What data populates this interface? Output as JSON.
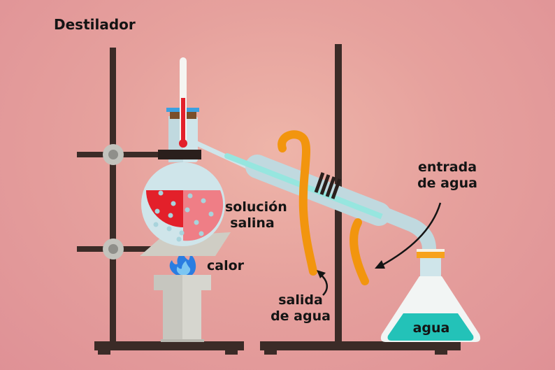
{
  "title": "Destilador",
  "labels": {
    "solution_line1": "solución",
    "solution_line2": "salina",
    "heat": "calor",
    "water_in_line1": "entrada",
    "water_in_line2": "de agua",
    "water_out_line1": "salida",
    "water_out_line2": "de agua",
    "flask_liquid": "agua"
  },
  "colors": {
    "background": "#e6a19d",
    "stand": "#3b2b27",
    "glass": "#cfe5ea",
    "saline_solution": "#e3202a",
    "saline_solution_light": "#ef7e86",
    "water": "#23c2b8",
    "hose": "#f2950e",
    "flame": "#2a7de1",
    "burner": "#d6d6cf"
  },
  "icons": [
    "thermometer-icon",
    "flame-icon",
    "arrow-icon"
  ]
}
